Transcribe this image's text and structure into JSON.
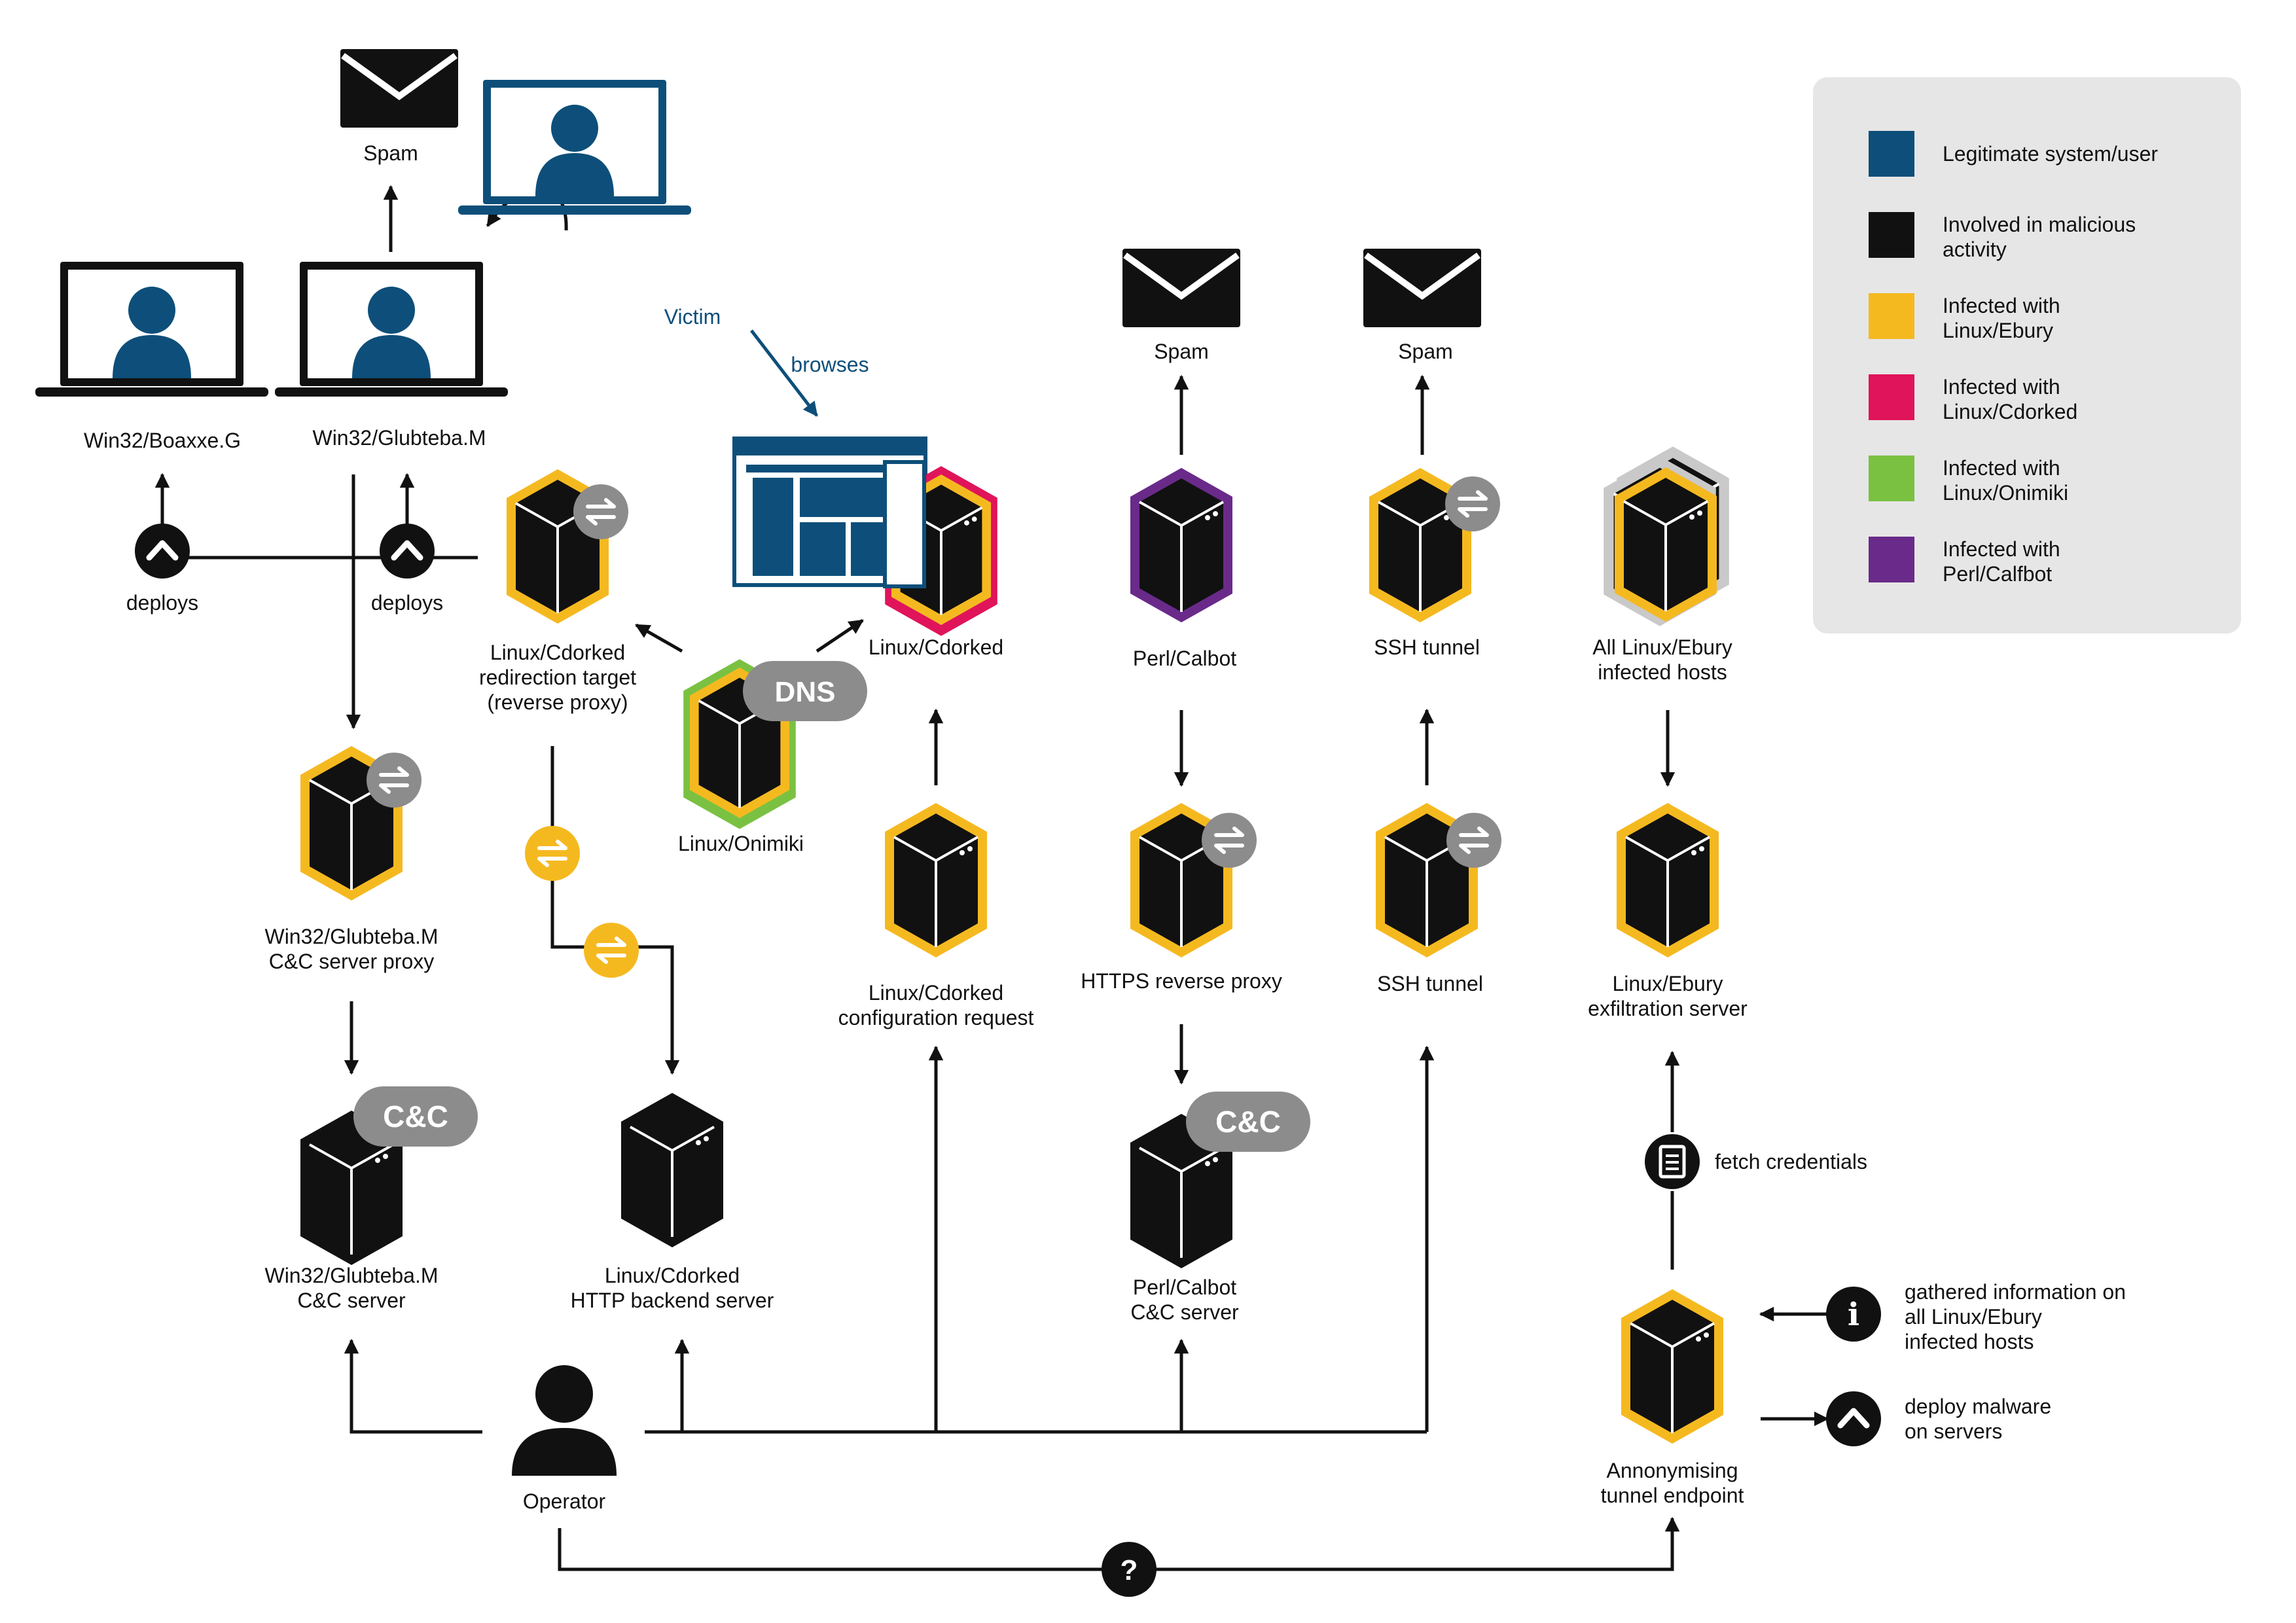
{
  "colors": {
    "legitimate": "#0d4f7a",
    "malicious": "#111111",
    "ebury": "#f5b920",
    "cdorked": "#e0145a",
    "onimiki": "#7ac142",
    "calfbot": "#6a2a8a",
    "legend_bg": "#e6e6e6",
    "gray_badge": "#8c8c8c"
  },
  "legend": [
    {
      "label": "Legitimate system/user",
      "color_key": "legitimate"
    },
    {
      "label": "Involved in malicious\nactivity",
      "color_key": "malicious"
    },
    {
      "label": "Infected with\nLinux/Ebury",
      "color_key": "ebury"
    },
    {
      "label": "Infected with\nLinux/Cdorked",
      "color_key": "cdorked"
    },
    {
      "label": "Infected with\nLinux/Onimiki",
      "color_key": "onimiki"
    },
    {
      "label": "Infected with\nPerl/Calfbot",
      "color_key": "calfbot"
    }
  ],
  "icons": {
    "envelope": "envelope-icon",
    "laptop": "laptop-user-icon",
    "server": "server-icon",
    "swap": "swap-arrows-icon",
    "deploy": "chevron-up-icon",
    "question": "question-mark-icon",
    "info": "info-icon",
    "document": "document-icon",
    "operator": "operator-person-icon",
    "browser": "browser-window-icon"
  },
  "labels": {
    "spam_left": "Spam",
    "spam_calbot": "Spam",
    "spam_ssh": "Spam",
    "victim": "Victim",
    "browses": "browses",
    "boaxxe": "Win32/Boaxxe.G",
    "glubteba": "Win32/Glubteba.M",
    "deploys_1": "deploys",
    "deploys_2": "deploys",
    "cdorked_redirect": "Linux/Cdorked\nredirection target\n(reverse proxy)",
    "cdorked_top": "Linux/Cdorked",
    "onimiki": "Linux/Onimiki",
    "dns_badge": "DNS",
    "calbot": "Perl/Calbot",
    "ssh_top": "SSH tunnel",
    "all_ebury": "All Linux/Ebury\ninfected hosts",
    "glubteba_proxy": "Win32/Glubteba.M\nC&C server proxy",
    "cdorked_config": "Linux/Cdorked\nconfiguration request",
    "https_proxy": "HTTPS reverse proxy",
    "ssh_mid": "SSH tunnel",
    "ebury_exfil": "Linux/Ebury\nexfiltration server",
    "glubteba_cc": "Win32/Glubteba.M\nC&C server",
    "cc_badge_left": "C&C",
    "cdorked_backend": "Linux/Cdorked\nHTTP backend server",
    "calbot_cc": "Perl/Calbot\nC&C server",
    "cc_badge_right": "C&C",
    "fetch_credentials": "fetch credentials",
    "gathered_info": "gathered information on\nall Linux/Ebury\ninfected hosts",
    "deploy_malware": "deploy malware\non servers",
    "anon_endpoint": "Annonymising\ntunnel endpoint",
    "operator": "Operator",
    "question_glyph": "?",
    "info_glyph": "i"
  }
}
